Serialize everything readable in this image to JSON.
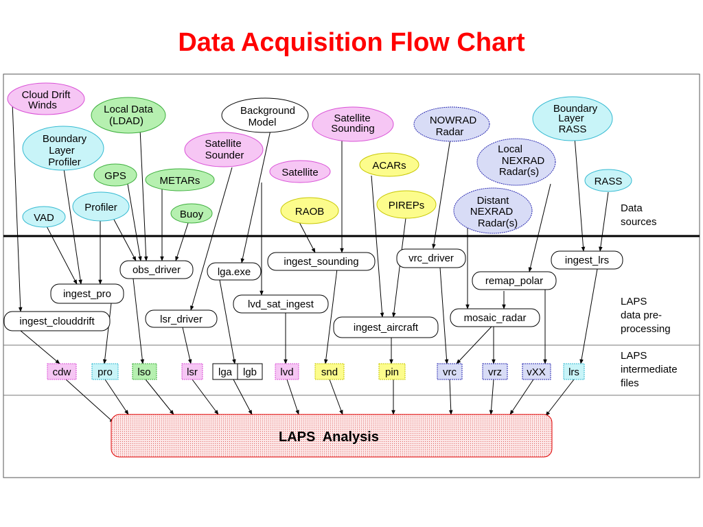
{
  "title": "Data Acquisition Flow Chart",
  "colors": {
    "title": "#ff0000",
    "magenta": "#f6c6f4",
    "magenta_stroke": "#d94fd6",
    "green": "#b6f0b0",
    "green_stroke": "#3cae3c",
    "cyan": "#c8f4f8",
    "cyan_stroke": "#33b9d1",
    "yellow": "#fcfc8c",
    "yellow_stroke": "#c7c700",
    "blue": "#d8dcf6",
    "blue_stroke": "#2a2ab0",
    "white": "#ffffff",
    "analysis_fill": "#fbdcdc",
    "analysis_stroke": "#e00000"
  },
  "sections": {
    "sources": [
      "Data",
      "sources"
    ],
    "preprocessing": [
      "LAPS",
      "data pre-",
      "processing"
    ],
    "intermediate": [
      "LAPS",
      "intermediate",
      "files"
    ]
  },
  "sources": {
    "cloud_drift": [
      "Cloud Drift",
      "Winds"
    ],
    "local_data": [
      "Local Data",
      "(LDAD)"
    ],
    "background": [
      "Background",
      "Model"
    ],
    "sat_sounding": [
      "Satellite",
      "Sounding"
    ],
    "nowrad": [
      "NOWRAD",
      "Radar"
    ],
    "bl_rass": [
      "Boundary",
      "Layer",
      "RASS"
    ],
    "bl_profiler": [
      "Boundary",
      "Layer",
      "Profiler"
    ],
    "gps": "GPS",
    "sat_sounder": [
      "Satellite",
      "Sounder"
    ],
    "local_nexrad": [
      "Local",
      "NEXRAD",
      "Radar(s)"
    ],
    "acars": "ACARs",
    "satellite": "Satellite",
    "metars": "METARs",
    "rass": "RASS",
    "profiler": "Profiler",
    "pireps": "PIREPs",
    "distant_nexrad": [
      "Distant",
      "NEXRAD",
      "Radar(s)"
    ],
    "raob": "RAOB",
    "buoy": "Buoy",
    "vad": "VAD"
  },
  "processes": {
    "obs_driver": "obs_driver",
    "lga_exe": "lga.exe",
    "ingest_sounding": "ingest_sounding",
    "vrc_driver": "vrc_driver",
    "ingest_lrs": "ingest_lrs",
    "ingest_pro": "ingest_pro",
    "remap_polar": "remap_polar",
    "lvd_sat_ingest": "lvd_sat_ingest",
    "ingest_clouddrift": "ingest_clouddrift",
    "lsr_driver": "lsr_driver",
    "mosaic_radar": "mosaic_radar",
    "ingest_aircraft": "ingest_aircraft"
  },
  "files": {
    "cdw": "cdw",
    "pro": "pro",
    "lso": "lso",
    "lsr": "lsr",
    "lga": "lga",
    "lgb": "lgb",
    "lvd": "lvd",
    "snd": "snd",
    "pin": "pin",
    "vrc": "vrc",
    "vrz": "vrz",
    "vxx": "vXX",
    "lrs": "lrs"
  },
  "analysis": "LAPS  Analysis"
}
